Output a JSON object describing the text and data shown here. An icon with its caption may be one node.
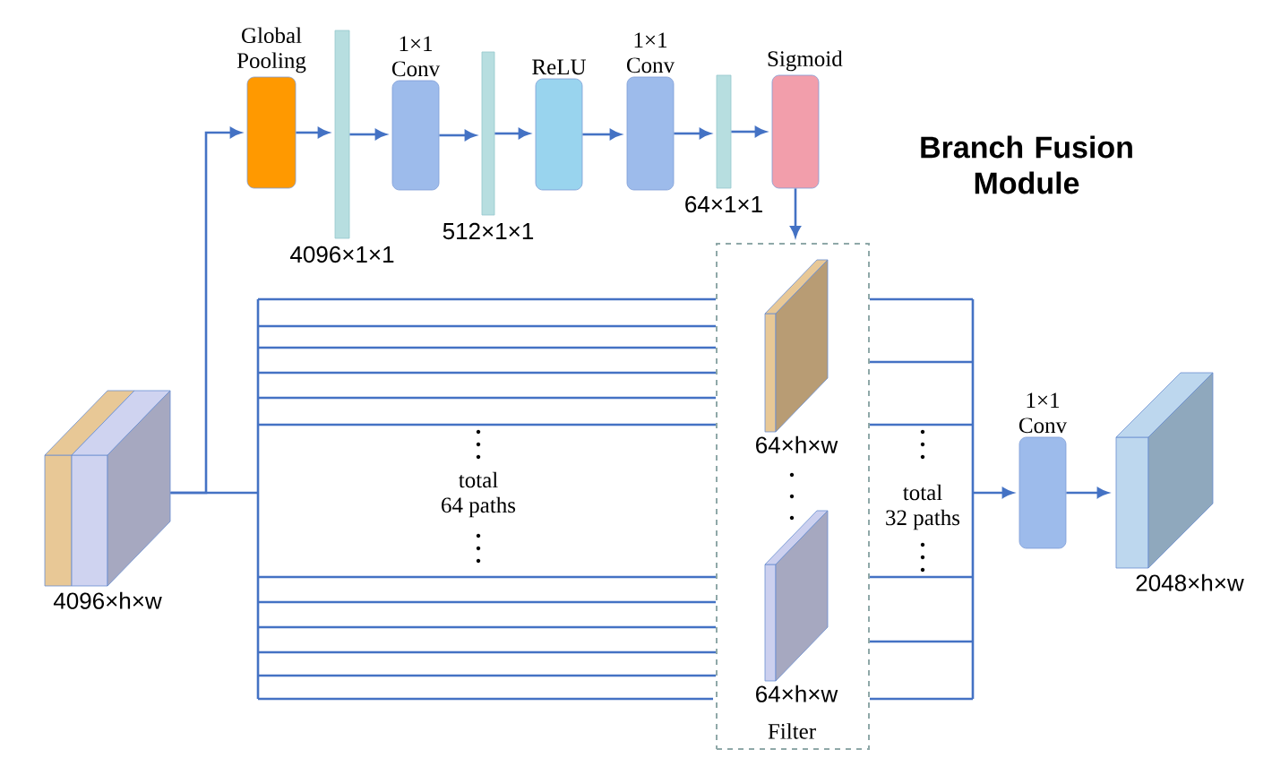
{
  "diagram": {
    "title": "Branch Fusion Module",
    "nodes": [
      {
        "text": [
          "4096×h×w"
        ]
      },
      {
        "text": [
          "Global Pooling"
        ]
      },
      {
        "text": [
          "4096×1×1"
        ]
      },
      {
        "text": [
          "1×1 Conv"
        ]
      },
      {
        "text": [
          "512×1×1"
        ]
      },
      {
        "text": [
          "ReLU"
        ]
      },
      {
        "text": [
          "1×1 Conv"
        ]
      },
      {
        "text": [
          "64×1×1"
        ]
      },
      {
        "text": [
          "Sigmoid"
        ]
      },
      {
        "text": [
          "Filter"
        ]
      },
      {
        "text": [
          "64×h×w"
        ],
        "in": 9
      },
      {
        "text": [
          "64×h×w"
        ],
        "in": 9
      },
      {
        "text": [
          "1×1 Conv"
        ]
      },
      {
        "text": [
          "2048×h×w"
        ]
      }
    ],
    "edges": [
      {
        "from": 0,
        "to": 1,
        "arrow": "to"
      },
      {
        "from": 1,
        "to": 2,
        "arrow": "to"
      },
      {
        "from": 2,
        "to": 3,
        "arrow": "to"
      },
      {
        "from": 3,
        "to": 4,
        "arrow": "to"
      },
      {
        "from": 4,
        "to": 5,
        "arrow": "to"
      },
      {
        "from": 5,
        "to": 6,
        "arrow": "to"
      },
      {
        "from": 6,
        "to": 7,
        "arrow": "to"
      },
      {
        "from": 7,
        "to": 8,
        "arrow": "to"
      },
      {
        "from": 8,
        "to": 9,
        "arrow": "to"
      },
      {
        "from": 0,
        "to": 9,
        "arrow": "none"
      },
      {
        "from": 9,
        "to": 12,
        "arrow": "to"
      },
      {
        "from": 12,
        "to": 13,
        "arrow": "to"
      }
    ],
    "labels": [
      "total 64 paths",
      "total 32 paths"
    ]
  }
}
